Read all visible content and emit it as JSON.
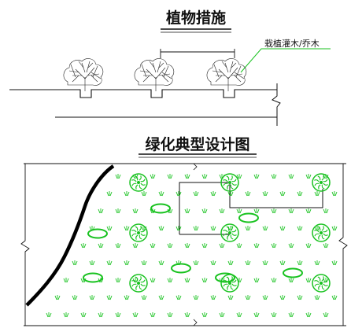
{
  "section_top": {
    "title": "植物措施",
    "callout_label": "栽植灌木/乔木"
  },
  "section_bottom": {
    "title": "绿化典型设计图"
  },
  "colors": {
    "line": "#111111",
    "plant": "#18c21f"
  }
}
